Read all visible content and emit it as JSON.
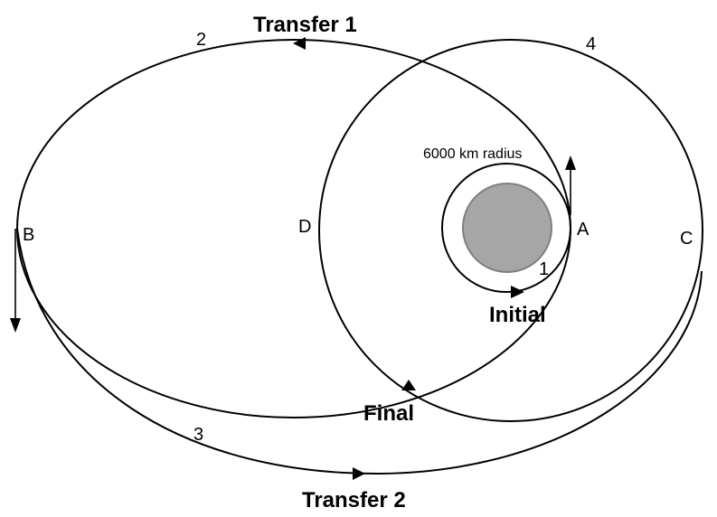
{
  "labels": {
    "transfer_1": "Transfer 1",
    "transfer_2": "Transfer 2",
    "initial": "Initial",
    "final": "Final",
    "radius_note": "6000 km radius"
  },
  "points": {
    "a": "A",
    "b": "B",
    "c": "C",
    "d": "D"
  },
  "burns": {
    "one": "1",
    "two": "2",
    "three": "3",
    "four": "4"
  },
  "colors": {
    "planet_fill": "#a6a6a6",
    "planet_stroke": "#7f7f7f",
    "line": "#000000"
  }
}
